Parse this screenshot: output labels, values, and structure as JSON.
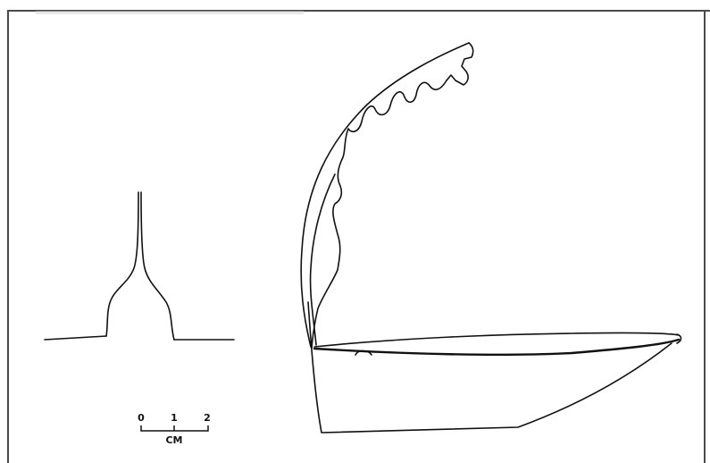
{
  "scale_bar": {
    "ticks": [
      "0",
      "1",
      "2"
    ],
    "unit": "CM"
  },
  "colors": {
    "line": "#111111",
    "frame": "#4a4a4a",
    "background": "#ffffff"
  }
}
